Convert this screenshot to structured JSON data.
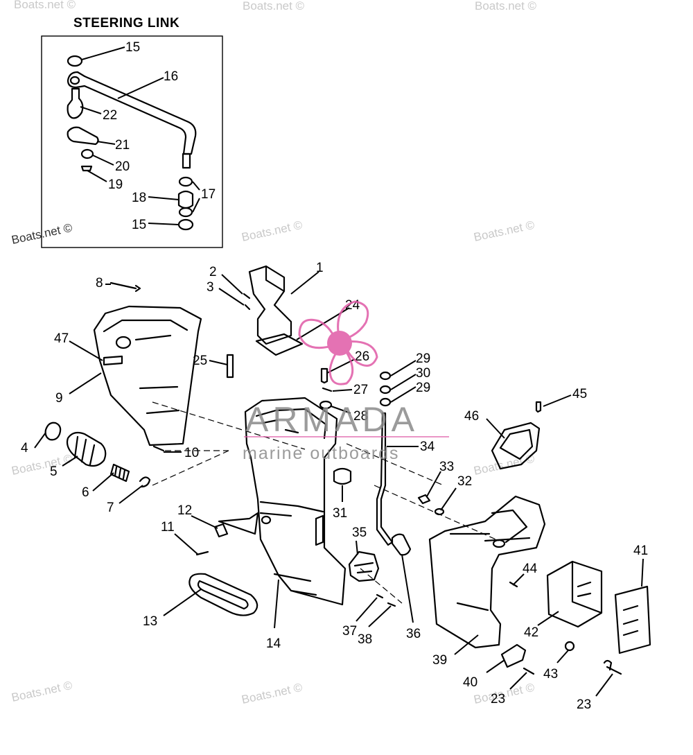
{
  "inset": {
    "title": "STEERING LINK"
  },
  "callouts": {
    "c15a": "15",
    "c16": "16",
    "c22": "22",
    "c21": "21",
    "c20": "20",
    "c19": "19",
    "c18": "18",
    "c17": "17",
    "c15b": "15",
    "c1": "1",
    "c2": "2",
    "c3": "3",
    "c8": "8",
    "c24": "24",
    "c47": "47",
    "c25": "25",
    "c26": "26",
    "c27": "27",
    "c28": "28",
    "c29a": "29",
    "c30": "30",
    "c29b": "29",
    "c45": "45",
    "c46": "46",
    "c9": "9",
    "c4": "4",
    "c5": "5",
    "c6": "6",
    "c7": "7",
    "c10": "10",
    "c34": "34",
    "c33": "33",
    "c32": "32",
    "c31": "31",
    "c12": "12",
    "c11": "11",
    "c35": "35",
    "c44": "44",
    "c41": "41",
    "c13": "13",
    "c14": "14",
    "c37": "37",
    "c38": "38",
    "c36": "36",
    "c39": "39",
    "c42": "42",
    "c43": "43",
    "c40": "40",
    "c23a": "23",
    "c23b": "23"
  },
  "watermark": {
    "text": "Boats.net ©"
  },
  "logo": {
    "name": "ARMADA",
    "tagline": "marine outboards",
    "icon": "propeller-icon"
  },
  "colors": {
    "logo_accent": "#e05aa6",
    "line": "#000000",
    "watermark": "#c9c9c9"
  }
}
